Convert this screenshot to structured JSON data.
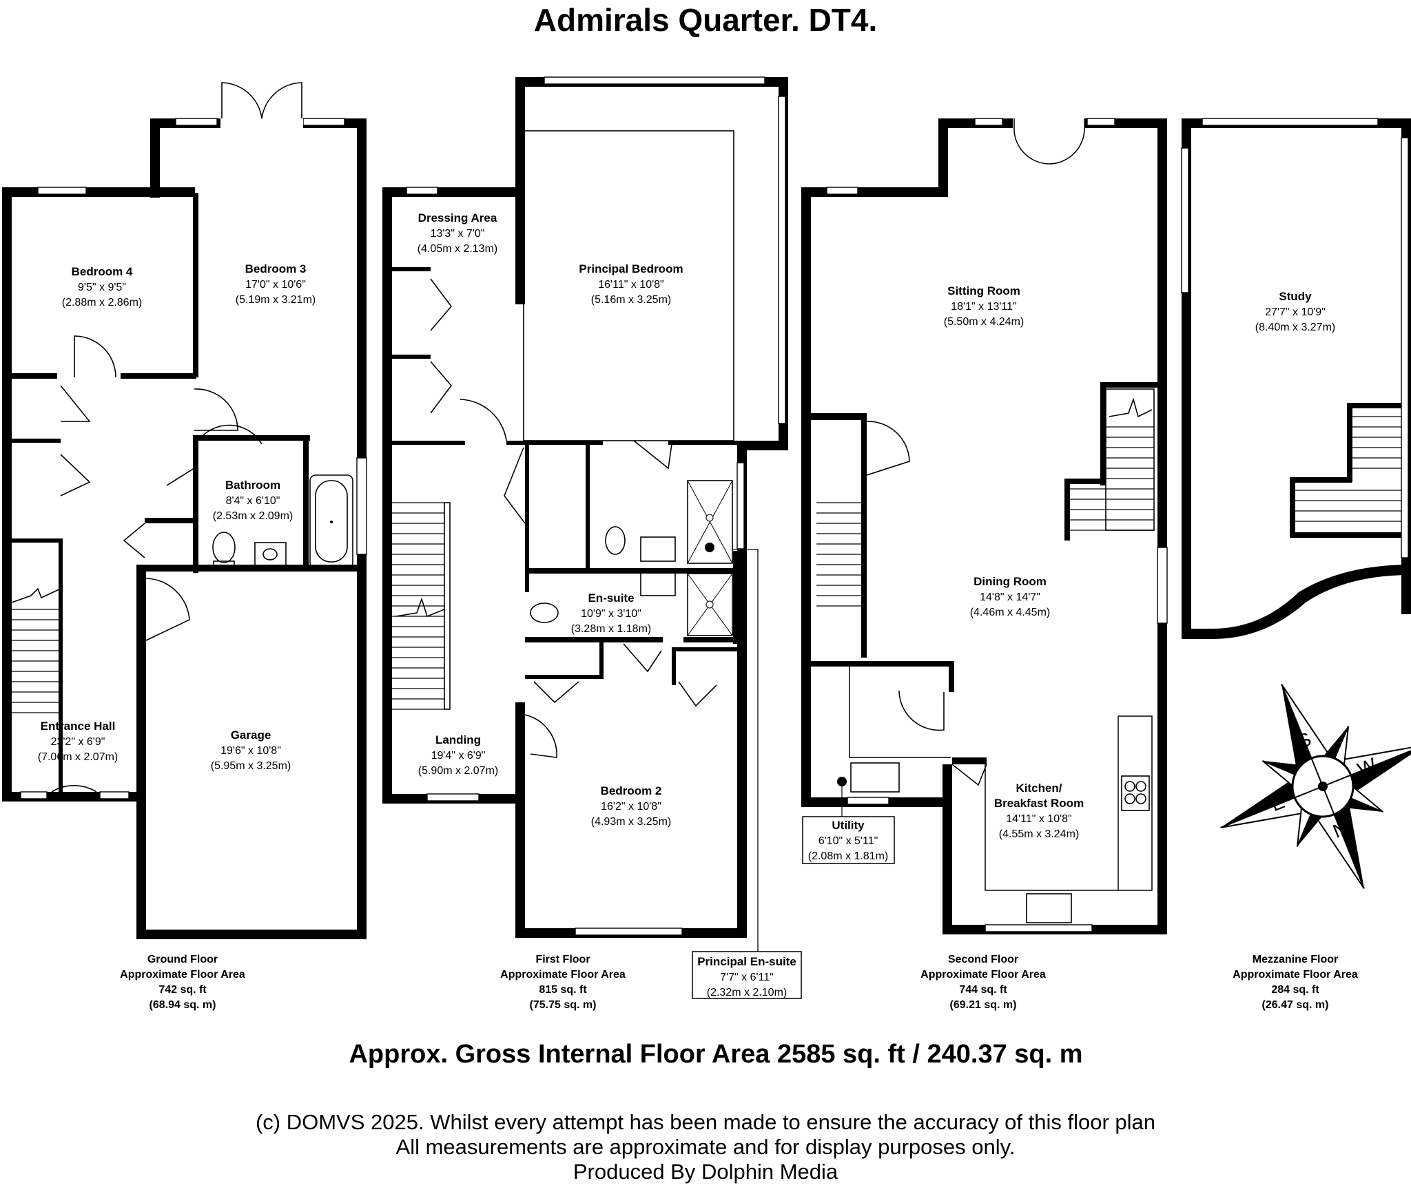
{
  "title": "Admirals Quarter. DT4.",
  "rooms": [
    {
      "key": "bed4",
      "name": "Bedroom 4",
      "imperial": "9'5\" x 9'5\"",
      "metric": "(2.88m x 2.86m)"
    },
    {
      "key": "bed3",
      "name": "Bedroom 3",
      "imperial": "17'0\" x 10'6\"",
      "metric": "(5.19m x 3.21m)"
    },
    {
      "key": "bath",
      "name": "Bathroom",
      "imperial": "8'4\" x 6'10\"",
      "metric": "(2.53m x 2.09m)"
    },
    {
      "key": "hall",
      "name": "Entrance Hall",
      "imperial": "23'2\" x 6'9\"",
      "metric": "(7.06m x 2.07m)"
    },
    {
      "key": "garage",
      "name": "Garage",
      "imperial": "19'6\" x 10'8\"",
      "metric": "(5.95m x 3.25m)"
    },
    {
      "key": "dress",
      "name": "Dressing Area",
      "imperial": "13'3\" x 7'0\"",
      "metric": "(4.05m x 2.13m)"
    },
    {
      "key": "pbed",
      "name": "Principal Bedroom",
      "imperial": "16'11\" x 10'8\"",
      "metric": "(5.16m x 3.25m)"
    },
    {
      "key": "ensuite",
      "name": "En-suite",
      "imperial": "10'9\" x 3'10\"",
      "metric": "(3.28m x 1.18m)"
    },
    {
      "key": "landing",
      "name": "Landing",
      "imperial": "19'4\" x 6'9\"",
      "metric": "(5.90m x 2.07m)"
    },
    {
      "key": "bed2",
      "name": "Bedroom 2",
      "imperial": "16'2\" x 10'8\"",
      "metric": "(4.93m x 3.25m)"
    },
    {
      "key": "pensuite",
      "name": "Principal En-suite",
      "imperial": "7'7\" x 6'11\"",
      "metric": "(2.32m x 2.10m)"
    },
    {
      "key": "sitting",
      "name": "Sitting Room",
      "imperial": "18'1\" x 13'11\"",
      "metric": "(5.50m x 4.24m)"
    },
    {
      "key": "dining",
      "name": "Dining Room",
      "imperial": "14'8\" x 14'7\"",
      "metric": "(4.46m x 4.45m)"
    },
    {
      "key": "utility",
      "name": "Utility",
      "imperial": "6'10\" x 5'11\"",
      "metric": "(2.08m x 1.81m)"
    },
    {
      "key": "kitchen",
      "name": "Kitchen/",
      "name2": "Breakfast Room",
      "imperial": "14'11\" x 10'8\"",
      "metric": "(4.55m x 3.24m)"
    },
    {
      "key": "study",
      "name": "Study",
      "imperial": "27'7\" x 10'9\"",
      "metric": "(8.40m x 3.27m)"
    }
  ],
  "floors": [
    {
      "name": "Ground Floor",
      "sub": "Approximate Floor Area",
      "sqft": "742 sq. ft",
      "sqm": "(68.94 sq. m)"
    },
    {
      "name": "First Floor",
      "sub": "Approximate Floor Area",
      "sqft": "815 sq. ft",
      "sqm": "(75.75 sq. m)"
    },
    {
      "name": "Second Floor",
      "sub": "Approximate Floor Area",
      "sqft": "744 sq. ft",
      "sqm": "(69.21 sq. m)"
    },
    {
      "name": "Mezzanine Floor",
      "sub": "Approximate Floor Area",
      "sqft": "284 sq. ft",
      "sqm": "(26.47 sq. m)"
    }
  ],
  "compass": {
    "letters": [
      "S",
      "W",
      "N",
      "E"
    ]
  },
  "gross_area": "Approx. Gross Internal Floor Area 2585 sq. ft / 240.37 sq. m",
  "disclaimer": [
    "(c) DOMVS 2025. Whilst every attempt has been made to ensure the accuracy of this floor plan",
    "All measurements are approximate and for display purposes only.",
    "Produced By Dolphin Media"
  ]
}
